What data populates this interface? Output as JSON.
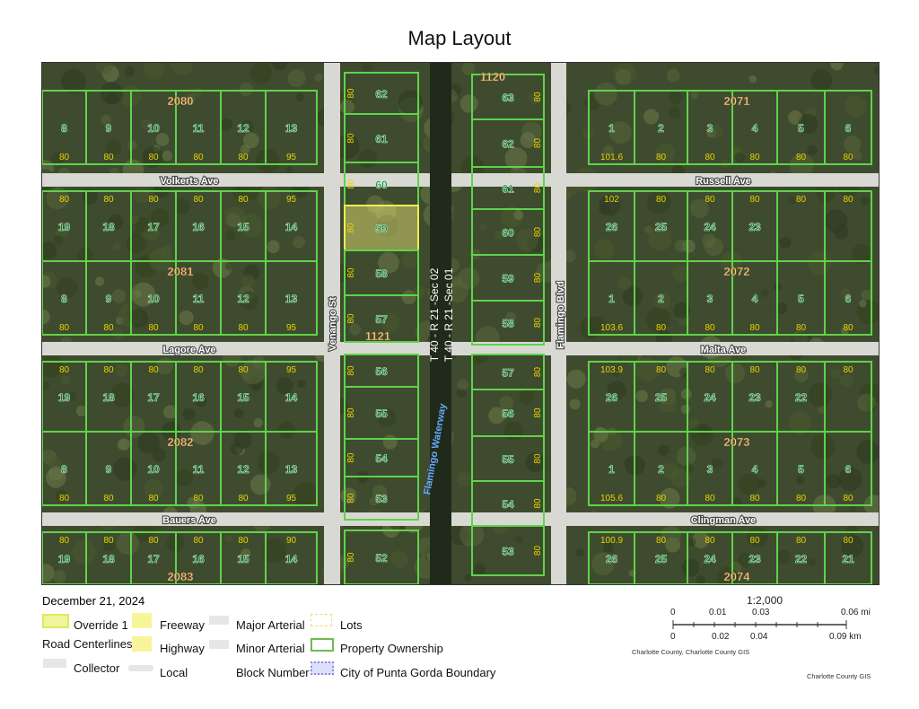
{
  "title": "Map Layout",
  "date": "December 21, 2024",
  "legend": {
    "override": "Override 1",
    "road_centerlines": "Road Centerlines",
    "collector": "Collector",
    "freeway": "Freeway",
    "highway": "Highway",
    "local": "Local",
    "major_arterial": "Major Arterial",
    "minor_arterial": "Minor Arterial",
    "block_number": "Block Number",
    "lots": "Lots",
    "property_ownership": "Property Ownership",
    "city_boundary": "City of Punta Gorda Boundary"
  },
  "scale": {
    "ratio": "1:2,000",
    "mi_ticks": [
      "0",
      "0.01",
      "0.03",
      "0.06 mi"
    ],
    "km_ticks": [
      "0",
      "0.02",
      "0.04",
      "0.09 km"
    ]
  },
  "credits": {
    "attribution": "Charlotte County, Charlotte County GIS",
    "footer": "Charlotte County GIS"
  },
  "colors": {
    "parcel": "#5fd34a",
    "lot_dash": "#f0d020",
    "lot_label": "#0f6e35",
    "dim_label": "#e8d400",
    "block_label": "#f3c98a",
    "highlight": "#f5f07a"
  },
  "map": {
    "streets": {
      "volkerts": "Volkerts Ave",
      "russell": "Russell Ave",
      "lagore": "Lagore Ave",
      "malta": "Malta Ave",
      "bauers": "Bauers Ave",
      "clingman": "Clingman Ave",
      "venango": "Venango St",
      "flamingo": "Flamingo Blvd",
      "waterway": "Flamingo Waterway"
    },
    "section_labels": [
      "T 40 - R 21 -Sec 02",
      "T 40 - R 21 -Sec 01"
    ],
    "west_rows": [
      {
        "block": "2080",
        "lots": [
          "8",
          "9",
          "10",
          "11",
          "12",
          "13"
        ],
        "dims": [
          "80",
          "80",
          "80",
          "80",
          "80",
          "95"
        ]
      },
      {
        "block": "",
        "lots": [
          "19",
          "18",
          "17",
          "16",
          "15",
          "14"
        ],
        "dims": [
          "80",
          "80",
          "80",
          "80",
          "80",
          "95"
        ]
      },
      {
        "block": "2081",
        "lots": [
          "8",
          "9",
          "10",
          "11",
          "12",
          "13"
        ],
        "dims": [
          "80",
          "80",
          "80",
          "80",
          "80",
          "95"
        ]
      },
      {
        "block": "",
        "lots": [
          "19",
          "18",
          "17",
          "16",
          "15",
          "14"
        ],
        "dims": [
          "80",
          "80",
          "80",
          "80",
          "80",
          "95"
        ]
      },
      {
        "block": "2082",
        "lots": [
          "8",
          "9",
          "10",
          "11",
          "12",
          "13"
        ],
        "dims": [
          "80",
          "80",
          "80",
          "80",
          "80",
          "95"
        ]
      },
      {
        "block": "2083",
        "lots": [
          "19",
          "18",
          "17",
          "16",
          "15",
          "14"
        ],
        "dims": [
          "80",
          "80",
          "80",
          "80",
          "80",
          "90"
        ]
      }
    ],
    "east_rows": [
      {
        "block": "2071",
        "lots": [
          "1",
          "2",
          "3",
          "4",
          "5",
          "6"
        ],
        "dims": [
          "101.6",
          "80",
          "80",
          "80",
          "80",
          "80"
        ]
      },
      {
        "block": "",
        "lots": [
          "26",
          "25",
          "24",
          "23",
          "",
          ""
        ],
        "dims": [
          "102",
          "80",
          "80",
          "80",
          "80",
          "80"
        ]
      },
      {
        "block": "2072",
        "lots": [
          "1",
          "2",
          "3",
          "4",
          "5",
          "6"
        ],
        "dims": [
          "103.6",
          "80",
          "80",
          "80",
          "80",
          "80"
        ]
      },
      {
        "block": "",
        "lots": [
          "26",
          "25",
          "24",
          "23",
          "22",
          ""
        ],
        "dims": [
          "103.9",
          "80",
          "80",
          "80",
          "80",
          "80"
        ]
      },
      {
        "block": "2073",
        "lots": [
          "1",
          "2",
          "3",
          "4",
          "5",
          "6"
        ],
        "dims": [
          "105.6",
          "80",
          "80",
          "80",
          "80",
          "80"
        ]
      },
      {
        "block": "2074",
        "lots": [
          "26",
          "25",
          "24",
          "23",
          "22",
          "21"
        ],
        "dims": [
          "100.9",
          "80",
          "80",
          "80",
          "80",
          "80"
        ]
      }
    ],
    "canal_west": {
      "block": "1121",
      "lots": [
        "62",
        "61",
        "60",
        "59",
        "58",
        "57",
        "56",
        "55",
        "54",
        "53",
        "52"
      ],
      "highlighted": "59"
    },
    "canal_east": {
      "block": "1120",
      "lots": [
        "63",
        "62",
        "61",
        "60",
        "59",
        "58",
        "57",
        "56",
        "55",
        "54",
        "53"
      ]
    }
  }
}
